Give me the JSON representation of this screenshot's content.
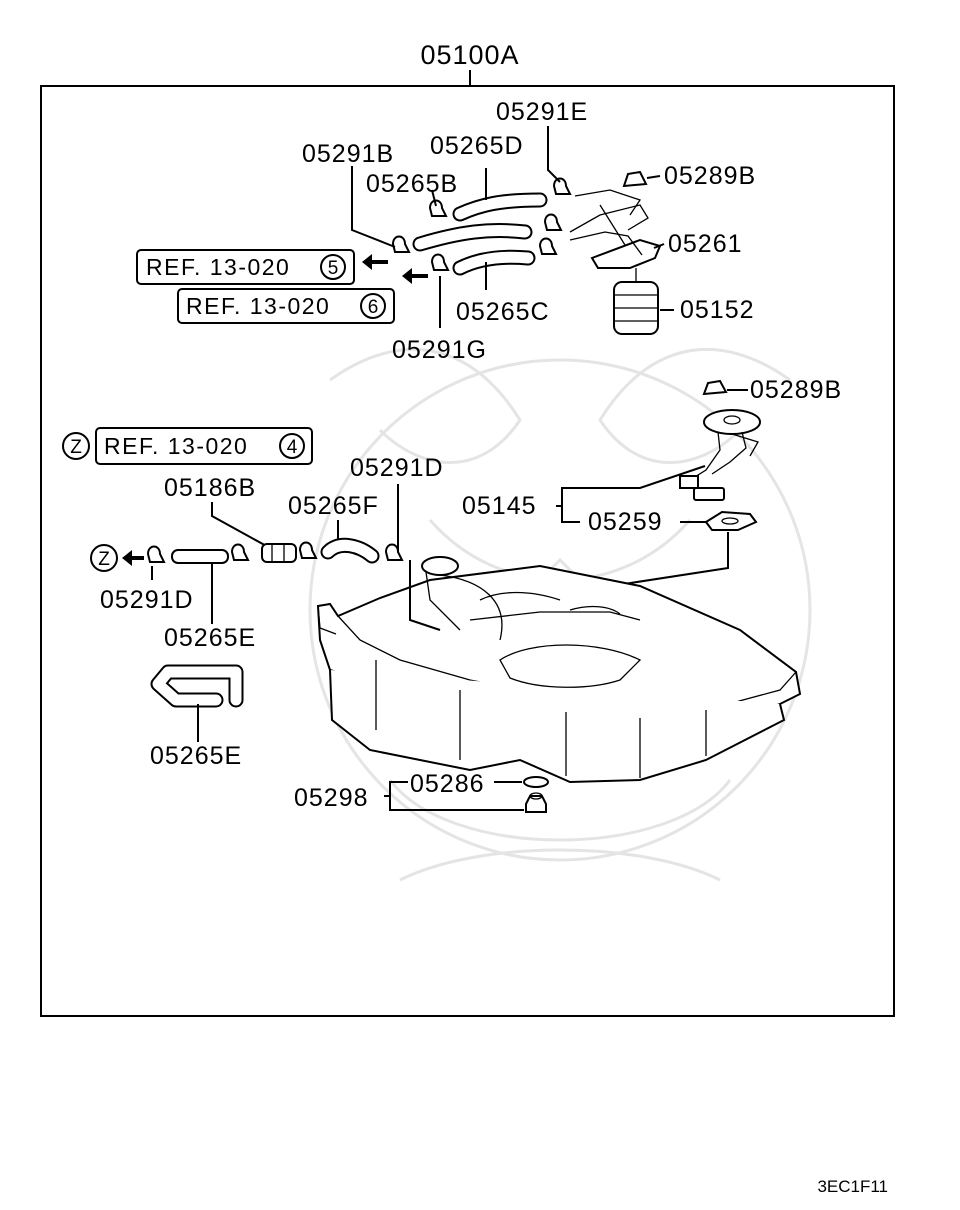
{
  "assembly_label": "05100A",
  "parts": {
    "p05291E": "05291E",
    "p05291B": "05291B",
    "p05265D": "05265D",
    "p05265B": "05265B",
    "p05289B_top": "05289B",
    "p05261": "05261",
    "p05265C": "05265C",
    "p05152": "05152",
    "p05291G": "05291G",
    "p05289B_mid": "05289B",
    "p05291D_top": "05291D",
    "p05186B": "05186B",
    "p05265F": "05265F",
    "p05145": "05145",
    "p05259": "05259",
    "p05291D_left": "05291D",
    "p05265E_top": "05265E",
    "p05265E_bottom": "05265E",
    "p05298": "05298",
    "p05286": "05286"
  },
  "refs": [
    {
      "text": "REF. 13-020",
      "num": "5"
    },
    {
      "text": "REF. 13-020",
      "num": "6"
    },
    {
      "text": "REF. 13-020",
      "num": "4",
      "prefix": "Z"
    }
  ],
  "z_marker": "Z",
  "diagram_code": "3EC1F11"
}
